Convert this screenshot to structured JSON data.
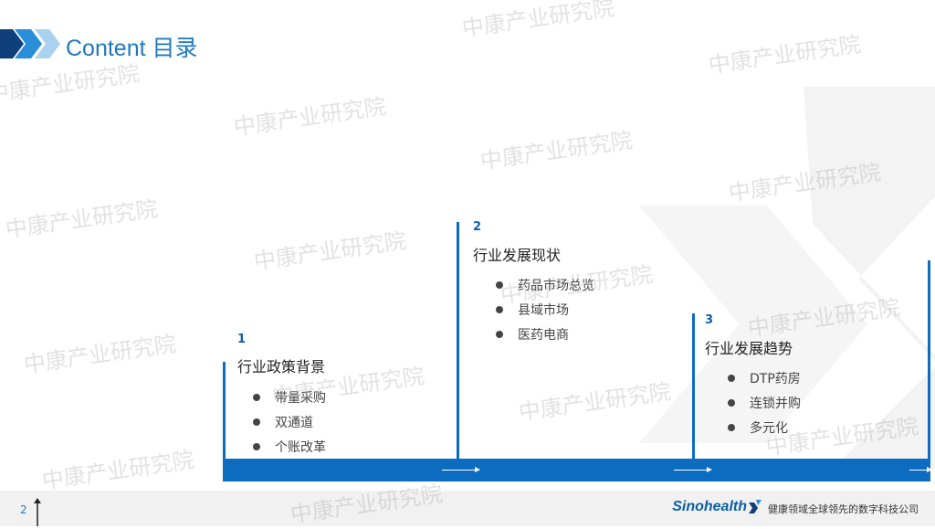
{
  "header": {
    "title": "Content 目录"
  },
  "sections": [
    {
      "number": "1",
      "title": "行业政策背景",
      "items": [
        "带量采购",
        "双通道",
        "个账改革"
      ]
    },
    {
      "number": "2",
      "title": "行业发展现状",
      "items": [
        "药品市场总览",
        "县域市场",
        "医药电商"
      ]
    },
    {
      "number": "3",
      "title": "行业发展趋势",
      "items": [
        "DTP药房",
        "连锁并购",
        "多元化"
      ]
    }
  ],
  "footer": {
    "page_number": "2",
    "brand": "Sinohealth",
    "slogan": "健康领域全球领先的数字科技公司"
  },
  "watermark": "中康产业研究院",
  "colors": {
    "accent": "#0b6cc0",
    "title": "#1f78c0",
    "dark": "#0f3f7a"
  }
}
